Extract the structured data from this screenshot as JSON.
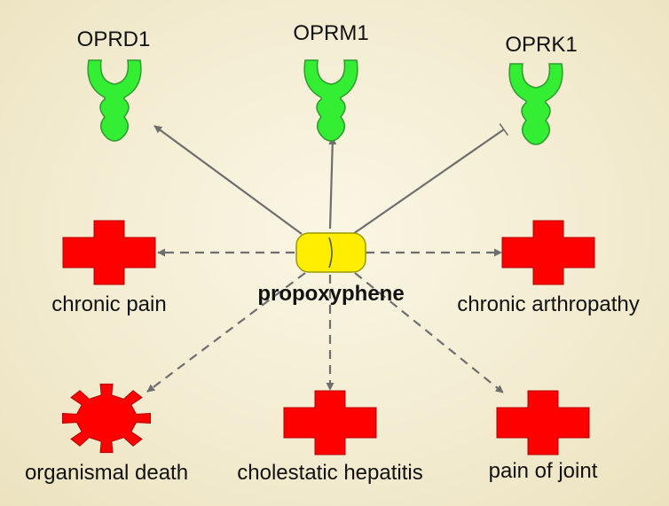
{
  "title": "",
  "colors": {
    "receptor_fill": "#33ee33",
    "receptor_stroke": "#2f9a2f",
    "disease_fill": "#ff0000",
    "disease_stroke": "#b00000",
    "drug_fill": "#ffee00",
    "drug_stroke": "#999900",
    "edge": "#6e6e6e"
  },
  "drug": {
    "label": "propoxyphene",
    "shape": "capsule"
  },
  "receptors": [
    {
      "id": "oprd1",
      "label": "OPRD1",
      "icon": "receptor-icon",
      "relation": "activates"
    },
    {
      "id": "oprm1",
      "label": "OPRM1",
      "icon": "receptor-icon",
      "relation": "activates"
    },
    {
      "id": "oprk1",
      "label": "OPRK1",
      "icon": "receptor-icon",
      "relation": "inhibits"
    }
  ],
  "diseases": [
    {
      "id": "chronic-pain",
      "label": "chronic pain",
      "icon": "cross-icon"
    },
    {
      "id": "chronic-arthropathy",
      "label": "chronic arthropathy",
      "icon": "cross-icon"
    },
    {
      "id": "organismal-death",
      "label": "organismal death",
      "icon": "gear-icon"
    },
    {
      "id": "cholestatic-hepatitis",
      "label": "cholestatic hepatitis",
      "icon": "cross-icon"
    },
    {
      "id": "pain-of-joint",
      "label": "pain of joint",
      "icon": "cross-icon"
    }
  ]
}
